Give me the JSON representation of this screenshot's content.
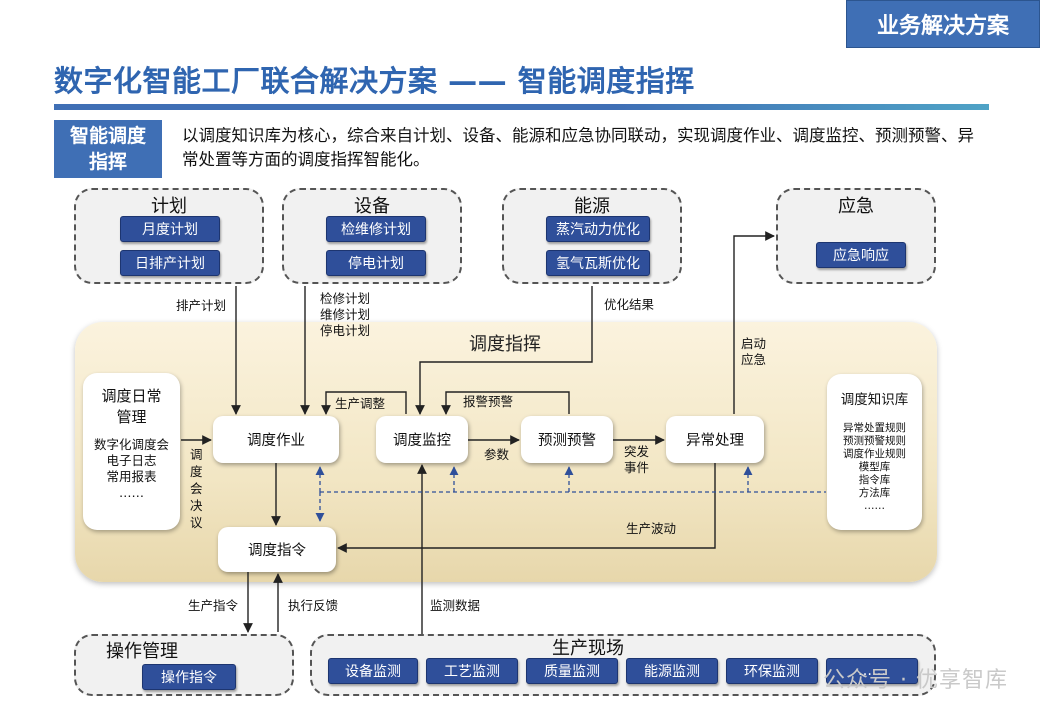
{
  "badge": "业务解决方案",
  "title": "数字化智能工厂联合解决方案 —— 智能调度指挥",
  "intro": {
    "tag_line1": "智能调度",
    "tag_line2": "指挥",
    "text": "以调度知识库为核心，综合来自计划、设备、能源和应急协同联动，实现调度作业、调度监控、预测预警、异常处置等方面的调度指挥智能化。"
  },
  "groups": {
    "plan": {
      "title": "计划",
      "items": [
        "月度计划",
        "日排产计划"
      ]
    },
    "equipment": {
      "title": "设备",
      "items": [
        "检维修计划",
        "停电计划"
      ]
    },
    "energy": {
      "title": "能源",
      "items": [
        "蒸汽动力优化",
        "氢气瓦斯优化"
      ]
    },
    "emergency": {
      "title": "应急",
      "items": [
        "应急响应"
      ]
    },
    "operation": {
      "title": "操作管理",
      "items": [
        "操作指令"
      ]
    },
    "field": {
      "title": "生产现场",
      "items": [
        "设备监测",
        "工艺监测",
        "质量监测",
        "能源监测",
        "环保监测",
        "……"
      ]
    }
  },
  "panel_title": "调度指挥",
  "daily": {
    "title_line1": "调度日常",
    "title_line2": "管理",
    "items": [
      "数字化调度会",
      "电子日志",
      "常用报表",
      "……"
    ]
  },
  "knowledge": {
    "title": "调度知识库",
    "items": [
      "异常处置规则",
      "预测预警规则",
      "调度作业规则",
      "模型库",
      "指令库",
      "方法库",
      "……"
    ]
  },
  "nodes": {
    "dispatch_work": "调度作业",
    "dispatch_monitor": "调度监控",
    "forecast_alarm": "预测预警",
    "exception": "异常处理",
    "dispatch_command": "调度指令"
  },
  "labels": {
    "schedule_plan": "排产计划",
    "maint_line1": "检修计划",
    "maint_line2": "维修计划",
    "maint_line3": "停电计划",
    "opt_result": "优化结果",
    "start_line1": "启动",
    "start_line2": "应急",
    "prod_adjust": "生产调整",
    "alarm": "报警预警",
    "params": "参数",
    "sudden_line1": "突发",
    "sudden_line2": "事件",
    "meeting": "调度会决议",
    "prod_fluct": "生产波动",
    "prod_cmd": "生产指令",
    "exec_feedback": "执行反馈",
    "monitor_data": "监测数据"
  },
  "watermark": "公众号 · 优享智库"
}
